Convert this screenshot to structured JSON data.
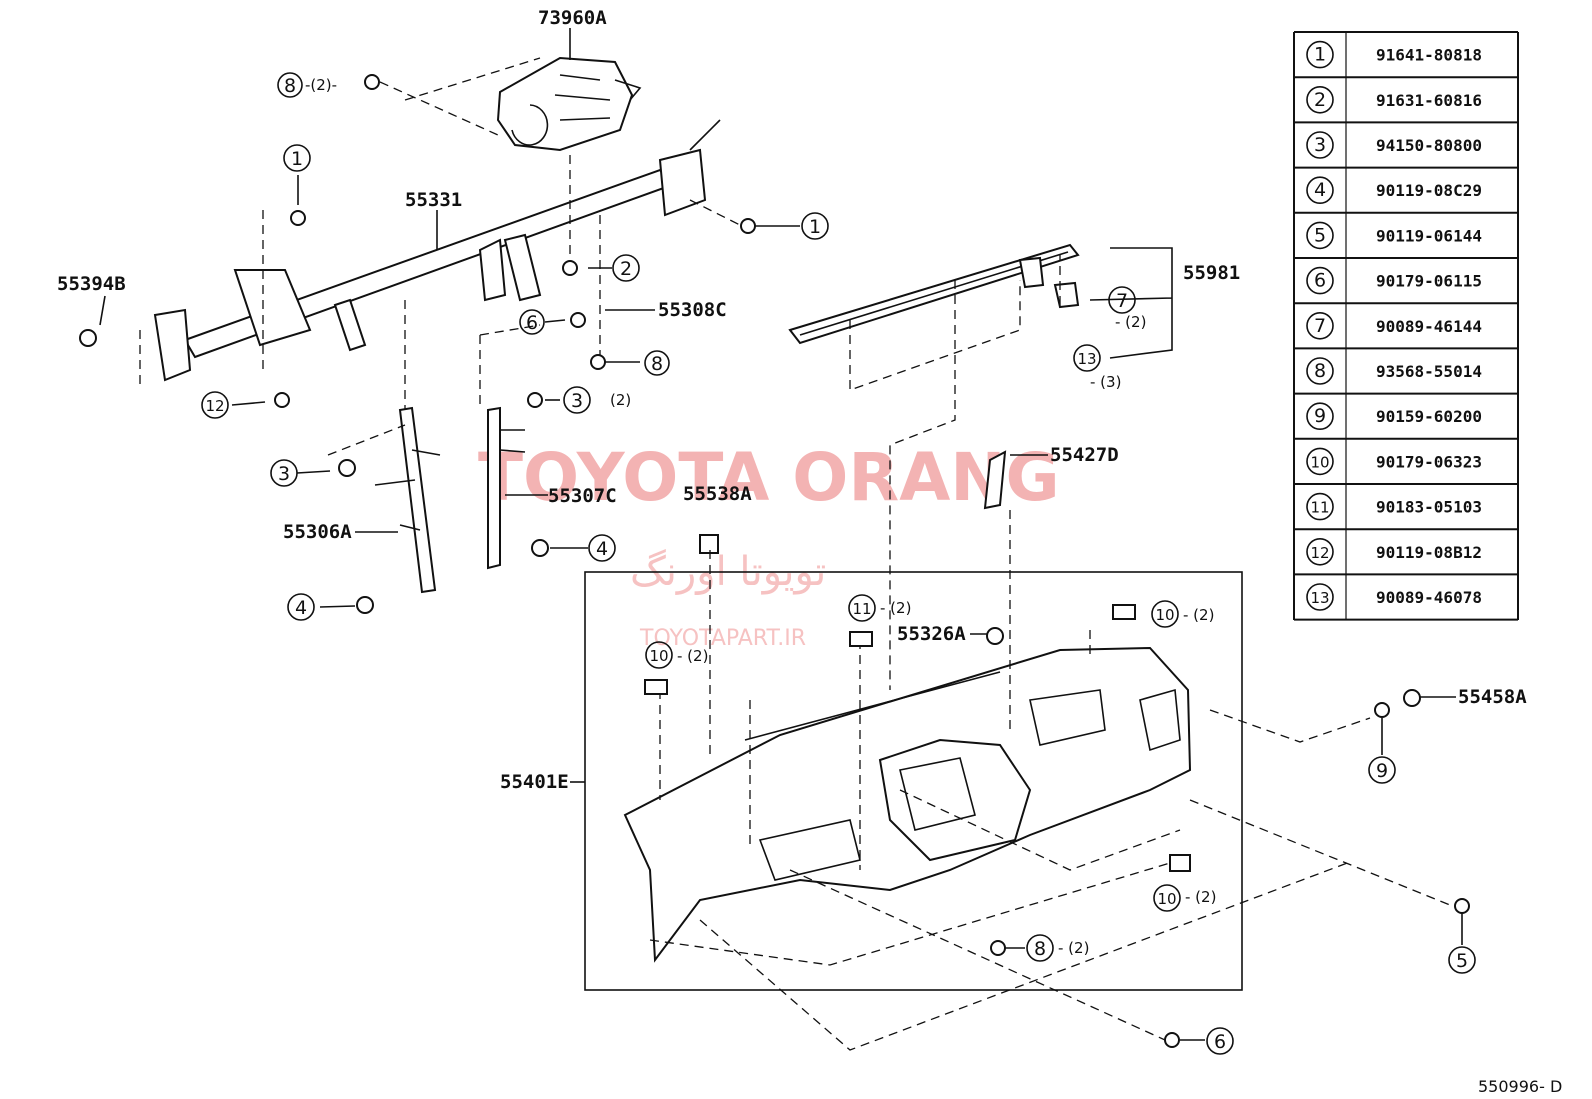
{
  "watermark": {
    "title": "TOYOTA ORANG",
    "persian": "تویوتا اورنگ",
    "site": "TOYOTAPART.IR"
  },
  "labels": {
    "l73960A": "73960A",
    "l55331": "55331",
    "l55394B": "55394B",
    "l55308C": "55308C",
    "l55981": "55981",
    "l55306A": "55306A",
    "l55307C": "55307C",
    "l55538A": "55538A",
    "l55427D": "55427D",
    "l55326A": "55326A",
    "l55458A": "55458A",
    "l55401E": "55401E"
  },
  "callouts": {
    "c8_top": "8",
    "c1_left": "1",
    "c1_right": "1",
    "c2": "2",
    "c6_mid": "6",
    "c8_mid": "8",
    "c12": "12",
    "c3_mid": "3",
    "c3_left": "3",
    "c4_mid": "4",
    "c4_left": "4",
    "c7": "7",
    "c13": "13",
    "c11": "11",
    "c10_left": "10",
    "c10_topright": "10",
    "c10_lowright": "10",
    "c9": "9",
    "c8_bottom": "8",
    "c5": "5",
    "c6_bottom": "6"
  },
  "quantities": {
    "q8_top": "-(2)-",
    "q3_mid": "(2)",
    "q7": "- (2)",
    "q13": "- (3)",
    "q11": "- (2)",
    "q10_left": "- (2)",
    "q10_topright": "- (2)",
    "q10_lowright": "- (2)",
    "q8_bottom": "- (2)"
  },
  "parts_table": [
    {
      "num": "1",
      "code": "91641-80818"
    },
    {
      "num": "2",
      "code": "91631-60816"
    },
    {
      "num": "3",
      "code": "94150-80800"
    },
    {
      "num": "4",
      "code": "90119-08C29"
    },
    {
      "num": "5",
      "code": "90119-06144"
    },
    {
      "num": "6",
      "code": "90179-06115"
    },
    {
      "num": "7",
      "code": "90089-46144"
    },
    {
      "num": "8",
      "code": "93568-55014"
    },
    {
      "num": "9",
      "code": "90159-60200"
    },
    {
      "num": "10",
      "code": "90179-06323"
    },
    {
      "num": "11",
      "code": "90183-05103"
    },
    {
      "num": "12",
      "code": "90119-08B12"
    },
    {
      "num": "13",
      "code": "90089-46078"
    }
  ],
  "footer": "550996- D"
}
